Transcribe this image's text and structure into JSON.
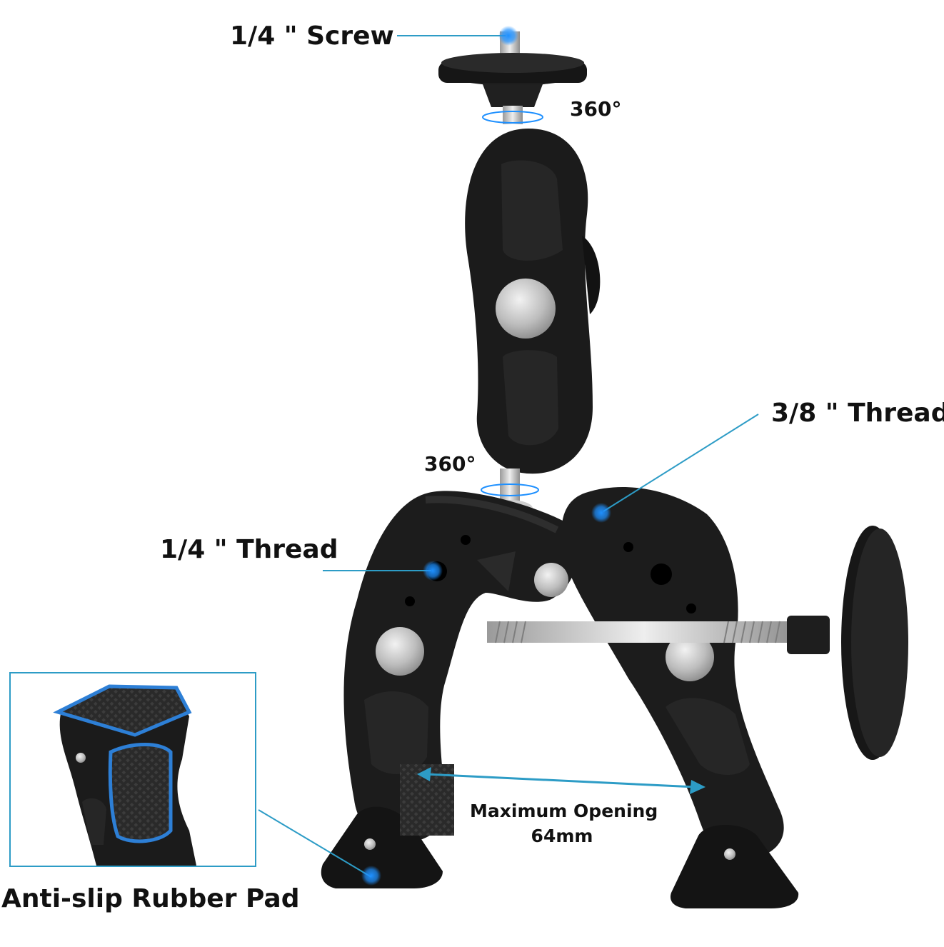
{
  "labels": {
    "screw_quarter": "1/4 \" Screw",
    "rotation_top": "360°",
    "thread_three_eighths": "3/8 \"  Thread",
    "rotation_bottom": "360°",
    "thread_quarter": "1/4 \"  Thread",
    "opening_title": "Maximum Opening",
    "opening_value": "64mm",
    "rubber_pad": "Anti-slip Rubber Pad"
  },
  "colors": {
    "accent": "#2d9cc6",
    "marker": "#1e90ff",
    "body": "#1c1c1c",
    "metal": "#c9c9c9"
  }
}
